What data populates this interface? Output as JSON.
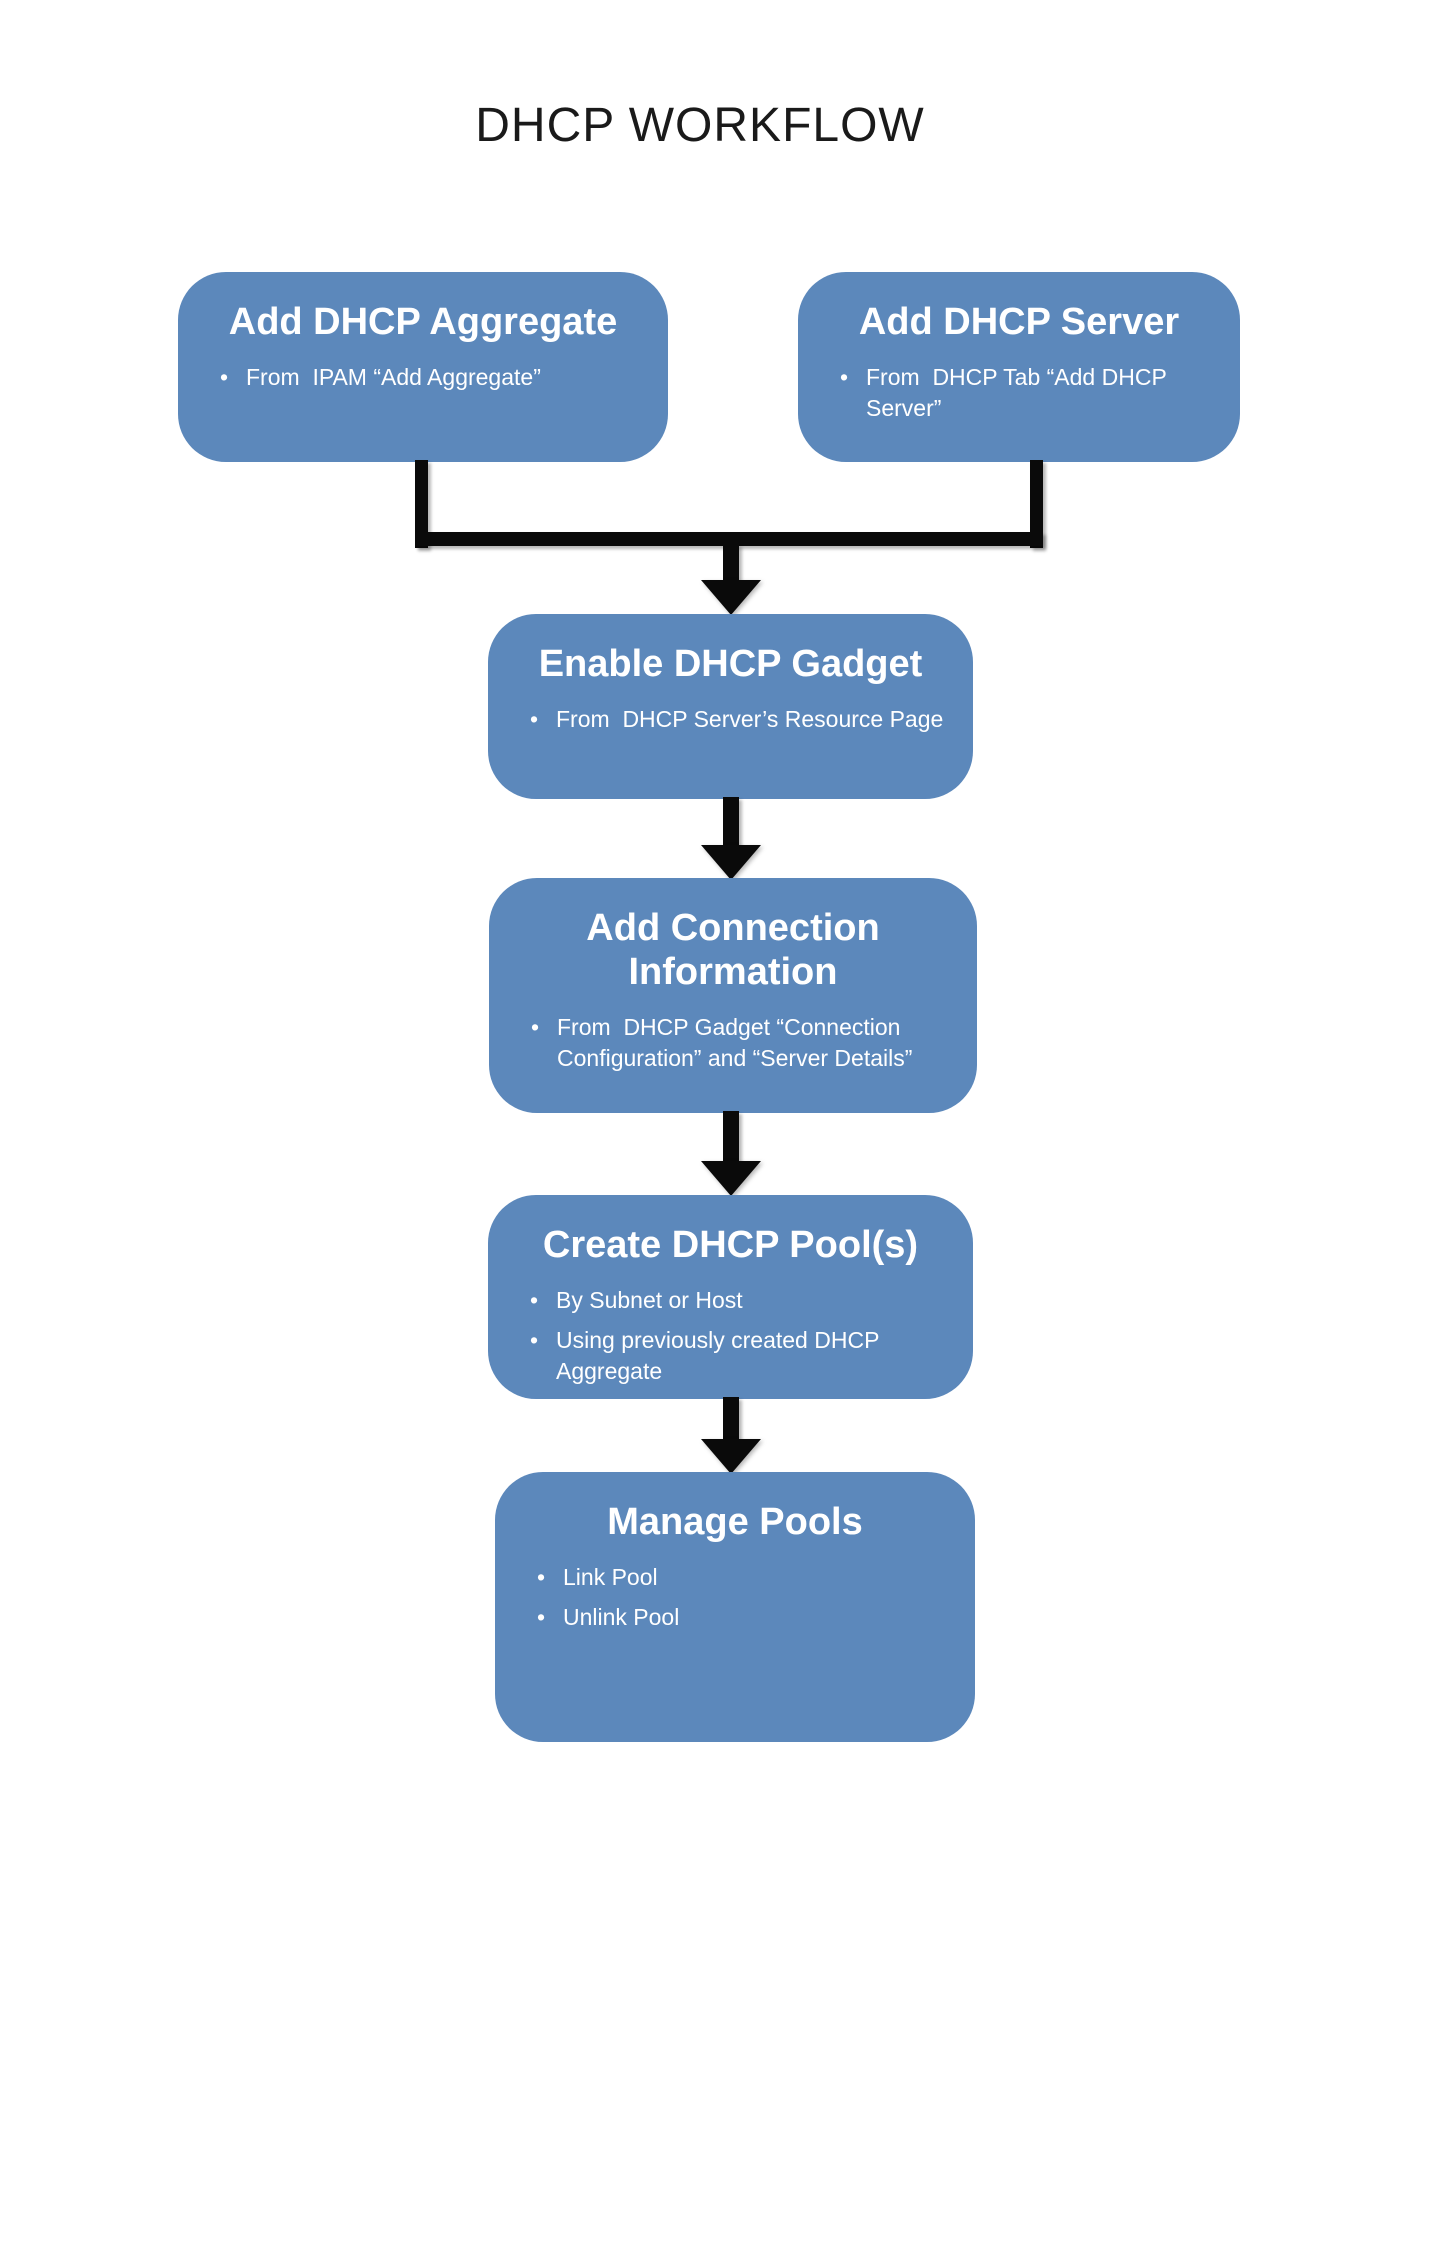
{
  "title": "DHCP WORKFLOW",
  "colors": {
    "box_fill": "#5C88BB",
    "box_text": "#FFFFFF",
    "connector": "#0A0A0A",
    "title_text": "#1A1A1A",
    "background": "#FFFFFF"
  },
  "boxes": [
    {
      "id": "add-dhcp-aggregate",
      "title": "Add DHCP Aggregate",
      "bullets": [
        "From  IPAM “Add Aggregate”"
      ]
    },
    {
      "id": "add-dhcp-server",
      "title": "Add DHCP Server",
      "bullets": [
        "From  DHCP Tab “Add DHCP Server”"
      ]
    },
    {
      "id": "enable-dhcp-gadget",
      "title": "Enable DHCP Gadget",
      "bullets": [
        "From  DHCP Server’s Resource Page"
      ]
    },
    {
      "id": "add-connection-information",
      "title": "Add Connection Information",
      "bullets": [
        "From  DHCP Gadget “Connection Configuration” and “Server Details”"
      ]
    },
    {
      "id": "create-dhcp-pools",
      "title": "Create DHCP Pool(s)",
      "bullets": [
        "By Subnet or Host",
        "Using previously created DHCP Aggregate"
      ]
    },
    {
      "id": "manage-pools",
      "title": "Manage Pools",
      "bullets": [
        "Link Pool",
        "Unlink Pool"
      ]
    }
  ]
}
